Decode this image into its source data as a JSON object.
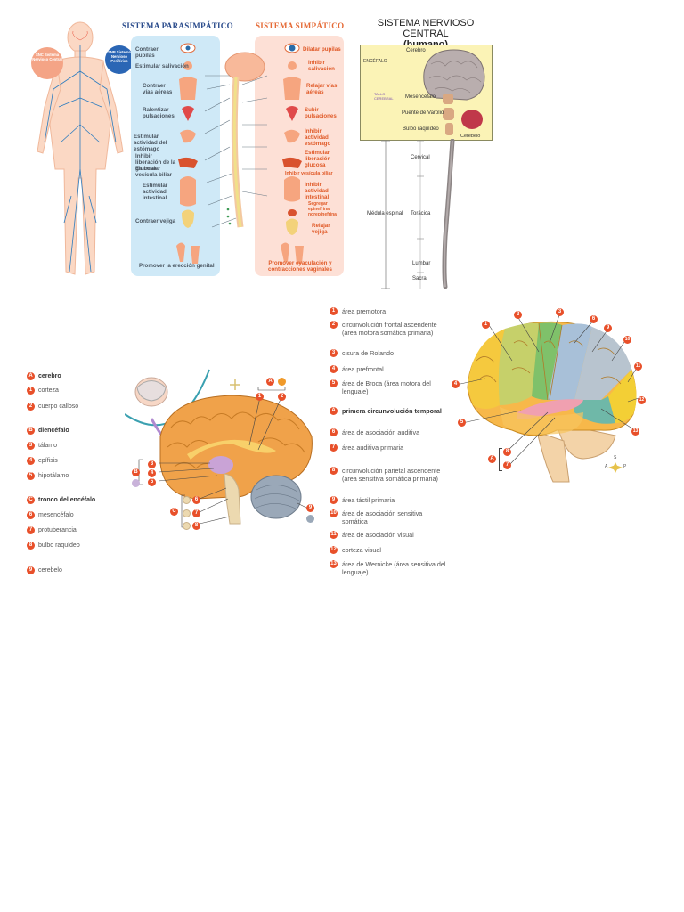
{
  "autonomic": {
    "snc_badge": "SNC Sistema Nervioso Central",
    "snp_badge": "SNP Sistema Nervioso Periférico",
    "para_title": "SISTEMA PARASIMPÁTICO",
    "simp_title": "SISTEMA SIMPÁTICO",
    "para_items": [
      "Contraer pupilas",
      "Estimular salivación",
      "Contraer vías aéreas",
      "Ralentizar pulsaciones",
      "Estimular actividad del estómago",
      "Inhibir liberación de la glucosa",
      "Estimular vesícula biliar",
      "Estimular actividad intestinal",
      "Contraer vejiga",
      "Promover la erección genital"
    ],
    "simp_items": [
      "Dilatar pupilas",
      "Inhibir salivación",
      "Relajar vías aéreas",
      "Subir pulsaciones",
      "Inhibir actividad estómago",
      "Estimular liberación glucosa",
      "Inhibir vesícula biliar",
      "Inhibir actividad intestinal",
      "Segregar epinefrina norepinefrina",
      "Relajar vejiga",
      "Promover eyaculación y contracciones vaginales"
    ]
  },
  "snc": {
    "title_line1": "SISTEMA NERVIOSO CENTRAL",
    "title_line2": "(humano)",
    "encefalo": "ENCÉFALO",
    "cerebro": "Cerebro",
    "tallo": "TALLO CEREBRAL",
    "mesencefalo": "Mesencéfalo",
    "puente": "Puente de Varolio",
    "bulbo": "Bulbo raquídeo",
    "cerebelo": "Cerebelo",
    "cervical": "Cervical",
    "medula": "Médula espinal",
    "toracica": "Torácica",
    "lumbar": "Lumbar",
    "sacra": "Sacra"
  },
  "legend_a": [
    {
      "badge": "A",
      "text": "cerebro",
      "bold": true
    },
    {
      "badge": "1",
      "text": "corteza"
    },
    {
      "badge": "2",
      "text": "cuerpo calloso"
    },
    {
      "badge": "B",
      "text": "diencéfalo",
      "bold": true
    },
    {
      "badge": "3",
      "text": "tálamo"
    },
    {
      "badge": "4",
      "text": "epífisis"
    },
    {
      "badge": "5",
      "text": "hipotálamo"
    },
    {
      "badge": "C",
      "text": "tronco del encéfalo",
      "bold": true
    },
    {
      "badge": "6",
      "text": "mesencéfalo"
    },
    {
      "badge": "7",
      "text": "protuberancia"
    },
    {
      "badge": "8",
      "text": "bulbo raquídeo"
    },
    {
      "badge": "9",
      "text": "cerebelo"
    }
  ],
  "legend_b": [
    {
      "badge": "1",
      "text": "área premotora"
    },
    {
      "badge": "2",
      "text": "circunvolución frontal ascendente (área motora somática primaria)"
    },
    {
      "badge": "3",
      "text": "cisura de Rolando"
    },
    {
      "badge": "4",
      "text": "área prefrontal"
    },
    {
      "badge": "5",
      "text": "área de Broca (área motora del lenguaje)"
    },
    {
      "badge": "A",
      "text": "primera circunvolución temporal",
      "bold": true
    },
    {
      "badge": "6",
      "text": "área de asociación auditiva"
    },
    {
      "badge": "7",
      "text": "área auditiva primaria"
    },
    {
      "badge": "8",
      "text": "circunvolución parietal ascendente (área sensitiva somática primaria)"
    },
    {
      "badge": "9",
      "text": "área táctil primaria"
    },
    {
      "badge": "10",
      "text": "área de asociación sensitiva somática"
    },
    {
      "badge": "11",
      "text": "área de asociación visual"
    },
    {
      "badge": "12",
      "text": "corteza visual"
    },
    {
      "badge": "13",
      "text": "área de Wernicke (área sensitiva del lenguaje)"
    }
  ],
  "sagittal_markers": {
    "a": "A",
    "b": "B",
    "c": "C",
    "n1": "1",
    "n2": "2",
    "n3": "3",
    "n4": "4",
    "n5": "5",
    "n6": "6",
    "n7": "7",
    "n8": "8",
    "n9": "9"
  },
  "lateral_markers": [
    "1",
    "2",
    "3",
    "4",
    "5",
    "6",
    "7",
    "8",
    "9",
    "10",
    "11",
    "12",
    "13",
    "A"
  ],
  "compass": {
    "s": "S",
    "a": "A",
    "p": "P",
    "i": "I"
  },
  "colors": {
    "accent": "#e8502a",
    "para_bg": "#cfe9f7",
    "simp_bg": "#fde0d6",
    "para_title": "#2b4c8c",
    "simp_title": "#e56a36",
    "snc_box": "#fbf3b6"
  }
}
